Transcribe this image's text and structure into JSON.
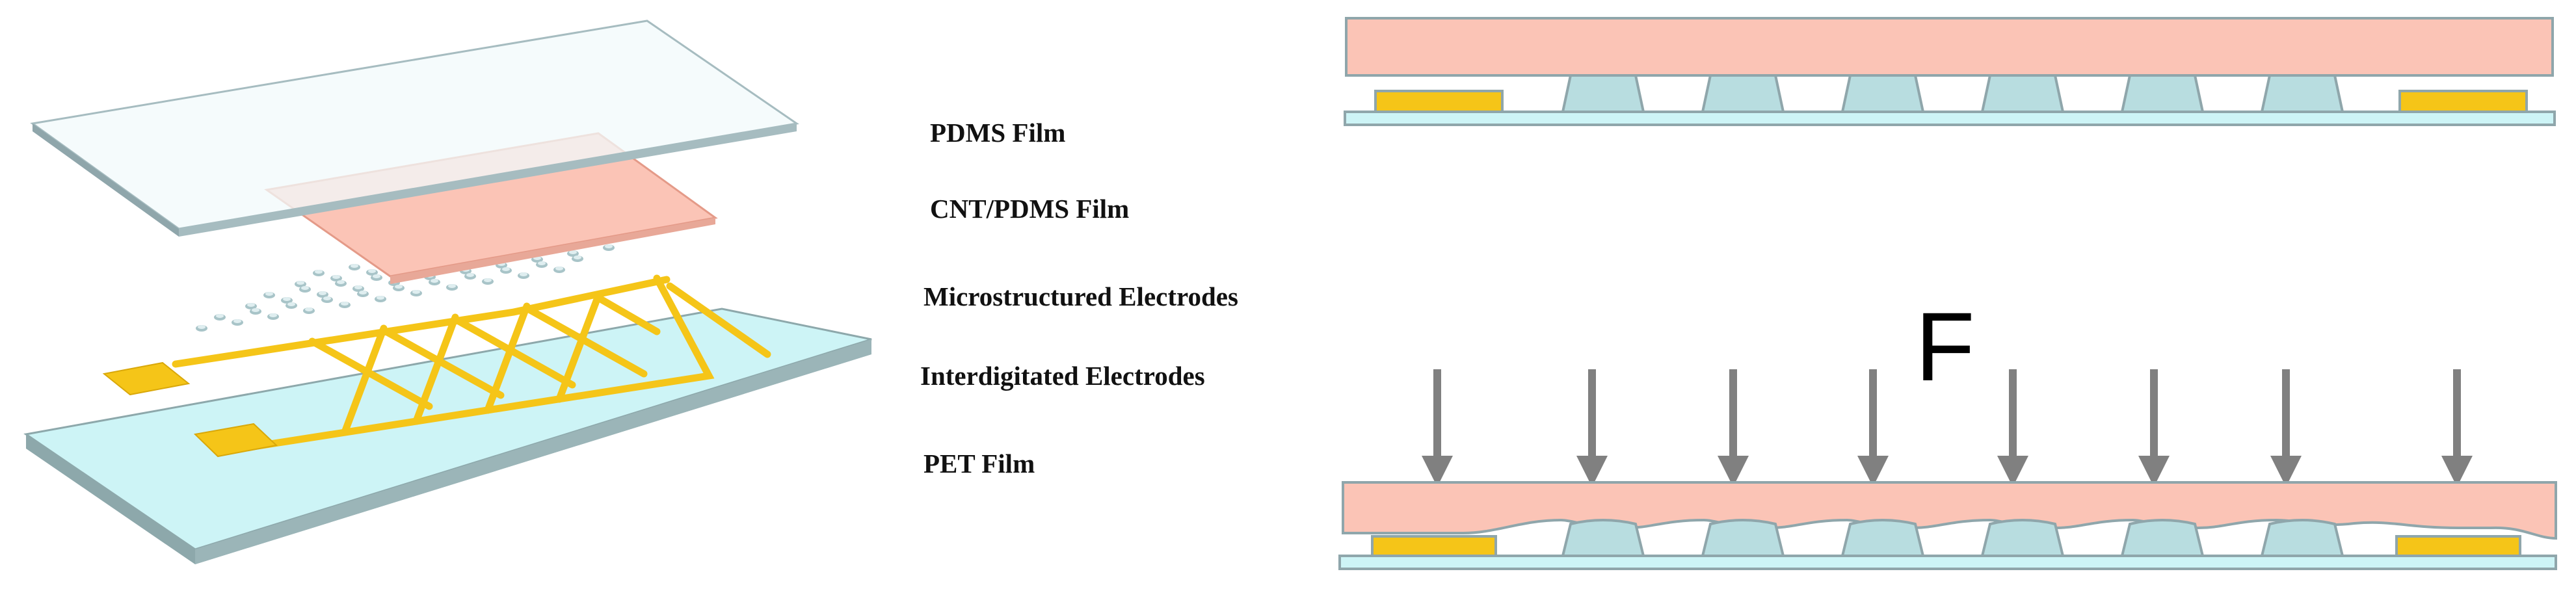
{
  "labels": {
    "pdms_film": "PDMS Film",
    "cnt_pdms_film": "CNT/PDMS Film",
    "microstructured_electrodes": "Microstructured Electrodes",
    "interdigitated_electrodes": "Interdigitated Electrodes",
    "pet_film": "PET Film"
  },
  "force_label": "F",
  "colors": {
    "pdms": "#f2f9fb",
    "pdms_edge": "#8fa6ab",
    "cnt_pdms": "#fbc4b6",
    "cnt_pdms_edge": "#e49a88",
    "pet": "#cdf4f6",
    "pet_side": "#8da8ab",
    "electrode": "#f5c518",
    "microstructure": "#b8dde0",
    "arrow": "#808080"
  },
  "icons": [
    "force-arrow-icon"
  ]
}
